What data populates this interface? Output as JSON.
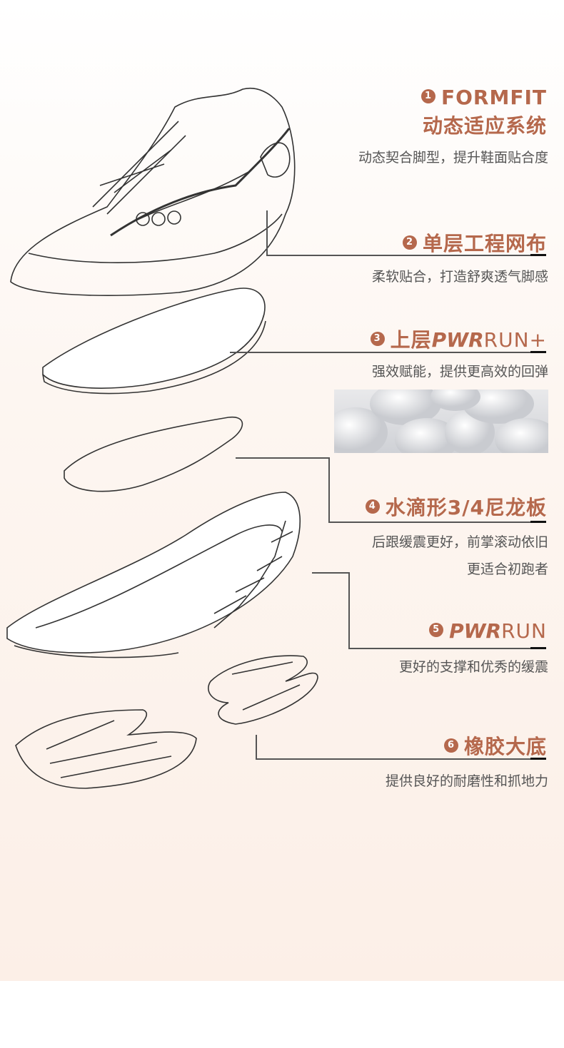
{
  "colors": {
    "accent": "#b5684c",
    "text": "#555555"
  },
  "features": [
    {
      "num": "1",
      "title_line1": "FORMFIT",
      "title_line2": "动态适应系统",
      "desc": [
        "动态契合脚型，提升鞋面贴合度"
      ]
    },
    {
      "num": "2",
      "title": "单层工程网布",
      "desc": [
        "柔软贴合，打造舒爽透气脚感"
      ]
    },
    {
      "num": "3",
      "title_prefix": "上层",
      "brand_bold": "PWR",
      "brand_light": "RUN+",
      "desc": [
        "强效赋能，提供更高效的回弹"
      ]
    },
    {
      "num": "4",
      "title": "水滴形3/4尼龙板",
      "desc": [
        "后跟缓震更好，前掌滚动依旧",
        "更适合初跑者"
      ]
    },
    {
      "num": "5",
      "brand_bold": "PWR",
      "brand_light": "RUN",
      "desc": [
        "更好的支撑和优秀的缓震"
      ]
    },
    {
      "num": "6",
      "title": "橡胶大底",
      "desc": [
        "提供良好的耐磨性和抓地力"
      ]
    }
  ]
}
